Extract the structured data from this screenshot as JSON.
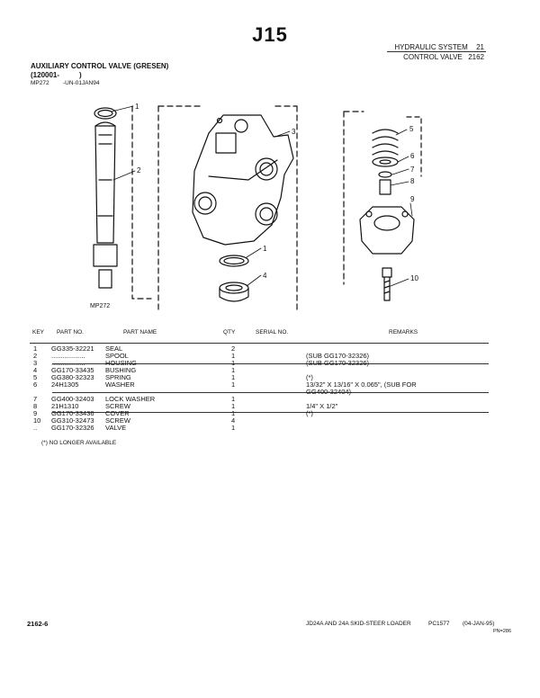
{
  "page": {
    "title": "J15",
    "header_line1": "HYDRAULIC SYSTEM",
    "header_num1": "21",
    "header_line2": "CONTROL VALVE",
    "header_num2": "2162",
    "section_title": "AUXILIARY CONTROL VALVE (GRESEN)",
    "serial_open": "(120001-",
    "serial_close": ")",
    "ref_code": "MP272",
    "ref_date": "-UN-01JAN94"
  },
  "figure": {
    "label": "MP272",
    "callouts": [
      "1",
      "2",
      "3",
      "1",
      "4",
      "5",
      "6",
      "7",
      "8",
      "9",
      "10"
    ]
  },
  "table": {
    "columns": {
      "key": "KEY",
      "part_no": "PART NO.",
      "part_name": "PART NAME",
      "qty": "QTY",
      "serial_no": "SERIAL NO.",
      "remarks": "REMARKS"
    },
    "rows": [
      {
        "key": "1",
        "part_no": "GG335-32221",
        "name": "SEAL",
        "qty": "2",
        "remarks": ""
      },
      {
        "key": "2",
        "part_no": "..................",
        "name": "SPOOL",
        "qty": "1",
        "remarks": "(SUB GG170-32326)"
      },
      {
        "key": "3",
        "part_no": "..................",
        "name": "HOUSING",
        "qty": "1",
        "remarks": "(SUB GG170-32326)"
      },
      {
        "key": "4",
        "part_no": "GG170-33435",
        "name": "BUSHING",
        "qty": "1",
        "remarks": ""
      },
      {
        "key": "5",
        "part_no": "GG380-32323",
        "name": "SPRING",
        "qty": "1",
        "remarks": "(*)"
      },
      {
        "key": "6",
        "part_no": "24H1305",
        "name": "WASHER",
        "qty": "1",
        "remarks": "13/32\" X 13/16\" X 0.065\", (SUB FOR"
      },
      {
        "key": "",
        "part_no": "",
        "name": "",
        "qty": "",
        "remarks": "GG400-32404)"
      },
      {
        "key": "7",
        "part_no": "GG400-32403",
        "name": "LOCK WASHER",
        "qty": "1",
        "remarks": ""
      },
      {
        "key": "8",
        "part_no": "21H1310",
        "name": "SCREW",
        "qty": "1",
        "remarks": "1/4\" X 1/2\""
      },
      {
        "key": "9",
        "part_no": "GG170-33436",
        "name": "COVER",
        "qty": "1",
        "remarks": "(*)"
      },
      {
        "key": "10",
        "part_no": "GG310-32473",
        "name": "SCREW",
        "qty": "4",
        "remarks": ""
      },
      {
        "key": "..",
        "part_no": "GG170-32326",
        "name": "VALVE",
        "qty": "1",
        "remarks": ""
      }
    ]
  },
  "footnote": "(*)  NO LONGER AVAILABLE",
  "footer": {
    "page_code": "2162-6",
    "model": "JD24A AND 24A SKID-STEER LOADER",
    "catalog": "PC1577",
    "date": "(04-JAN-95)",
    "pn": "PN=286"
  }
}
